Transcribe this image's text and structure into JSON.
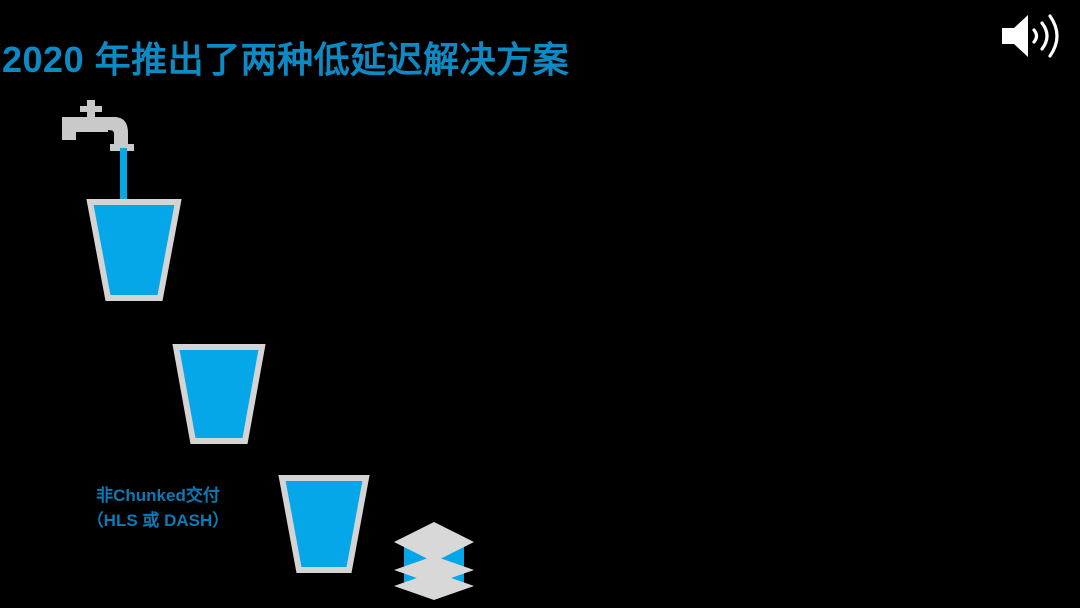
{
  "slide": {
    "background_color": "#000000",
    "title": "2020 年推出了两种低延迟解决方案",
    "title_color": "#0d8ac4"
  },
  "audio": {
    "icon": "speaker-volume-icon",
    "color": "#ffffff"
  },
  "diagram": {
    "faucet": {
      "icon": "faucet-tap-icon",
      "color": "#d0d0d0"
    },
    "water_stream": {
      "icon": "water-stream",
      "color": "#06a7e8"
    },
    "cups": [
      {
        "id": "cup-1",
        "fill_color": "#06a7e8",
        "outline_color": "#d4d4d4"
      },
      {
        "id": "cup-2",
        "fill_color": "#06a7e8",
        "outline_color": "#d4d4d4"
      },
      {
        "id": "cup-3",
        "fill_color": "#06a7e8",
        "outline_color": "#d4d4d4"
      }
    ],
    "stack": {
      "icon": "layers-stack-icon",
      "layer_color": "#d8d8d8",
      "gap_color": "#06a7e8",
      "layers": 3
    }
  },
  "caption": {
    "line1": "非Chunked交付",
    "line2": "（HLS 或 DASH）",
    "color": "#0c7bb5"
  }
}
